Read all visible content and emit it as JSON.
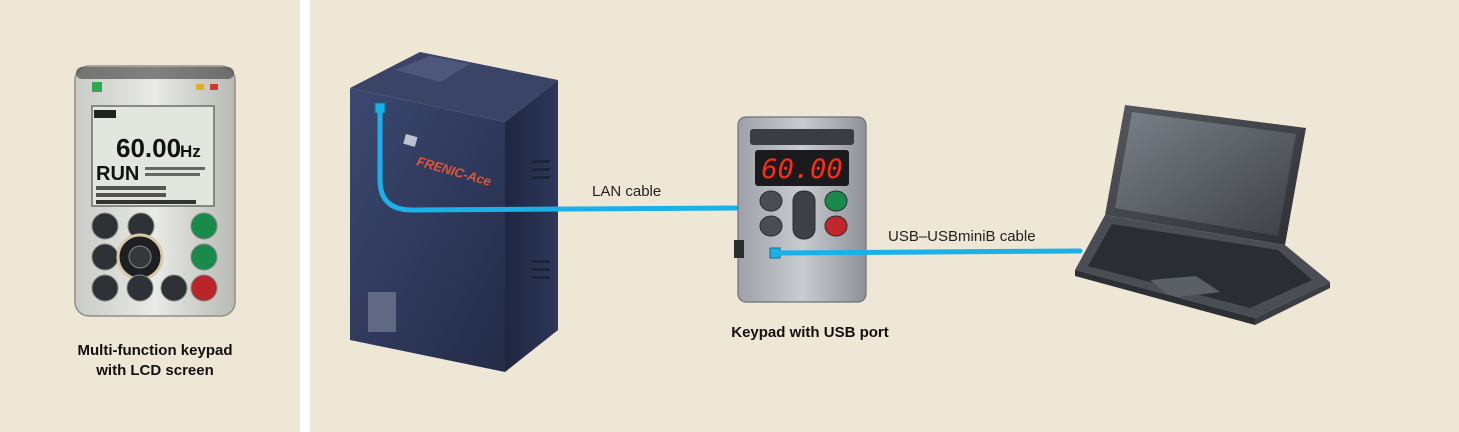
{
  "keypad_lcd": {
    "caption_line1": "Multi-function keypad",
    "caption_line2": "with LCD screen",
    "lcd_frequency": "60.00",
    "lcd_unit": "Hz",
    "lcd_status": "RUN"
  },
  "keypad_usb": {
    "caption": "Keypad with USB port",
    "led_display": "60.00"
  },
  "cables": {
    "lan_label": "LAN cable",
    "usb_label": "USB–USBminiB cable"
  },
  "inverter": {
    "brand": "FRENIC-Ace"
  },
  "colors": {
    "background": "#efe7d6",
    "cable": "#1ab0e8",
    "inverter_body": "#2f3a5e",
    "led": "#ff2a1a"
  }
}
